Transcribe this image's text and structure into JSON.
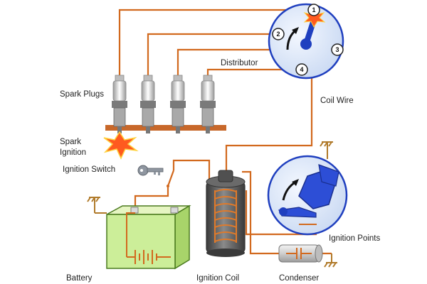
{
  "labels": {
    "distributor": "Distributor",
    "spark_plugs": "Spark Plugs",
    "spark_ignition_line1": "Spark",
    "spark_ignition_line2": "Ignition",
    "ignition_switch": "Ignition Switch",
    "coil_wire": "Coil Wire",
    "ignition_points": "Ignition Points",
    "battery": "Battery",
    "ignition_coil": "Ignition Coil",
    "condenser": "Condenser"
  },
  "distributor_terminals": [
    "1",
    "2",
    "3",
    "4"
  ],
  "colors": {
    "wire": "#d2691e",
    "disc_fill": "#dce8f8",
    "disc_stroke": "#1f3fbf",
    "rotor": "#1f3fbf",
    "battery_fill": "#ccee99",
    "coil_body": "#555555",
    "spark": "#ff5a1f",
    "ground": "#b07a2a"
  },
  "icons": [
    "spark-burst-icon",
    "key-icon",
    "ground-symbol-icon",
    "rotation-arrow-icon"
  ]
}
